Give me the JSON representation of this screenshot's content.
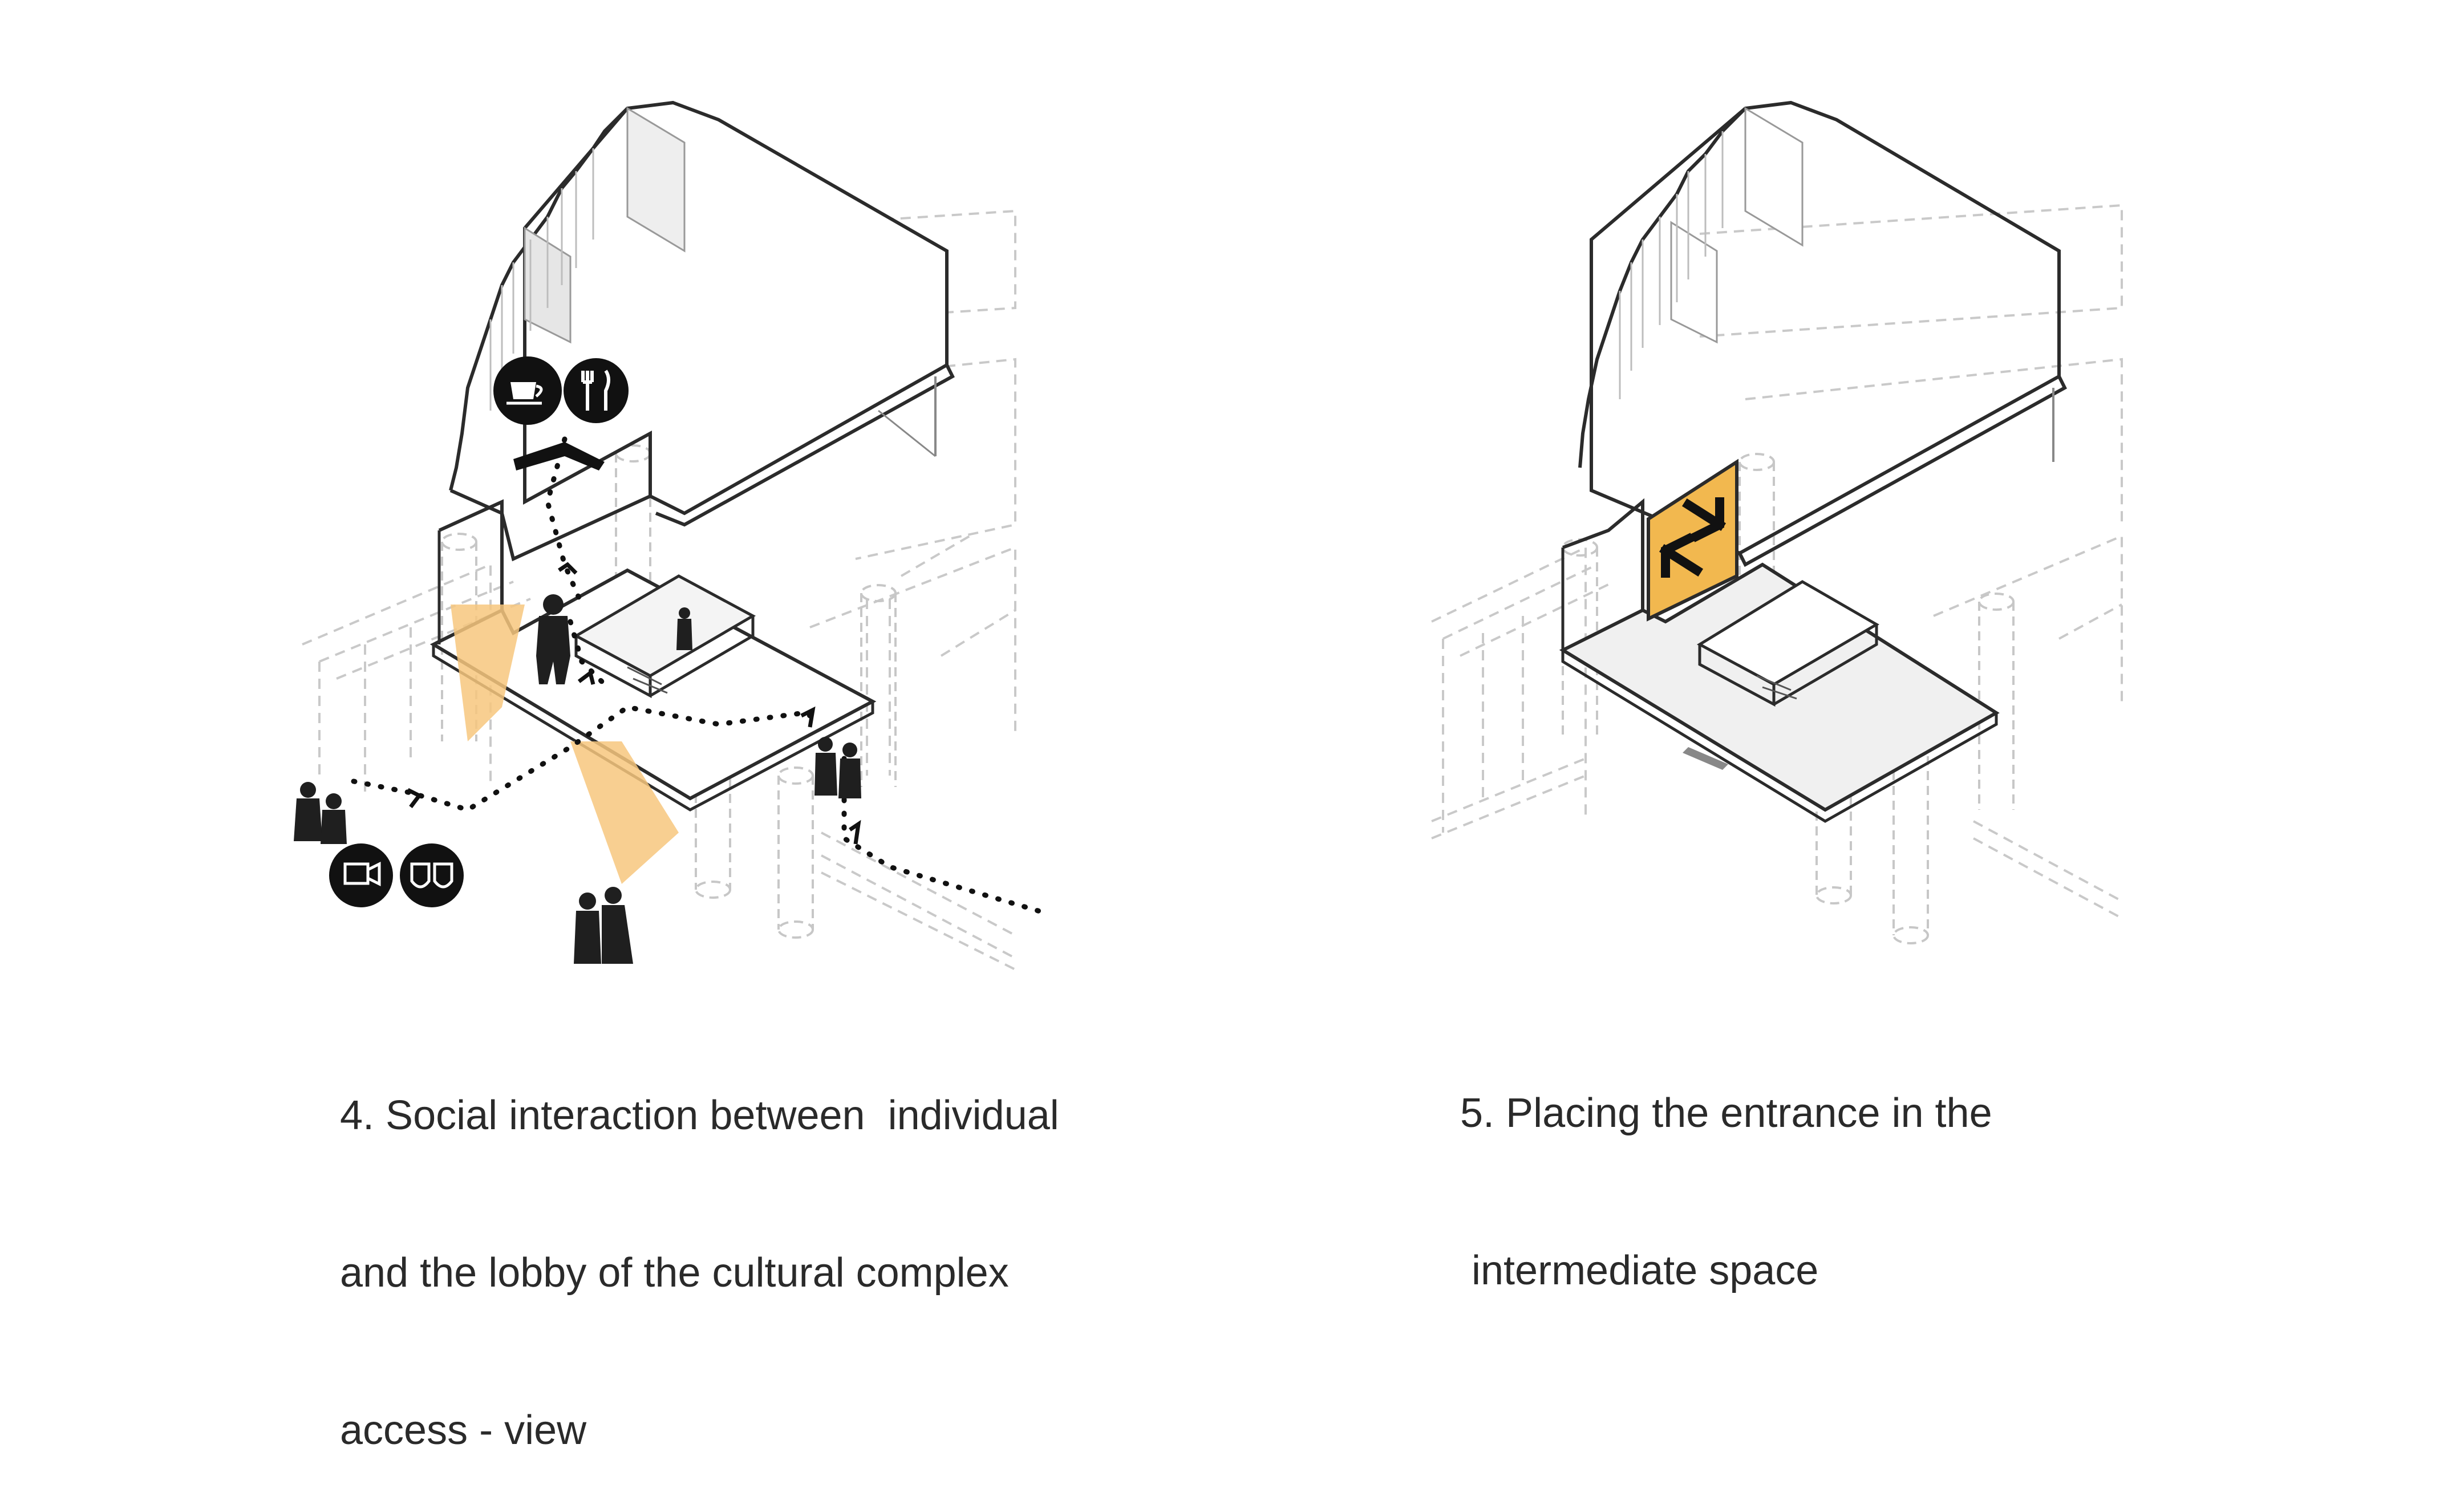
{
  "panels": [
    {
      "id": "social-interaction",
      "caption_lines": [
        "4. Social interaction between  individual",
        "and the lobby of the cultural complex",
        "access - view"
      ],
      "icons": [
        "coffee-cup-icon",
        "fork-knife-icon",
        "video-camera-icon",
        "theater-masks-icon"
      ],
      "accent_color": "#f7c77e"
    },
    {
      "id": "entrance-placement",
      "caption_lines": [
        "5. Placing the entrance in the",
        " intermediate space"
      ],
      "icons": [
        "entrance-arrows-icon"
      ],
      "accent_color": "#f2b84f"
    }
  ]
}
